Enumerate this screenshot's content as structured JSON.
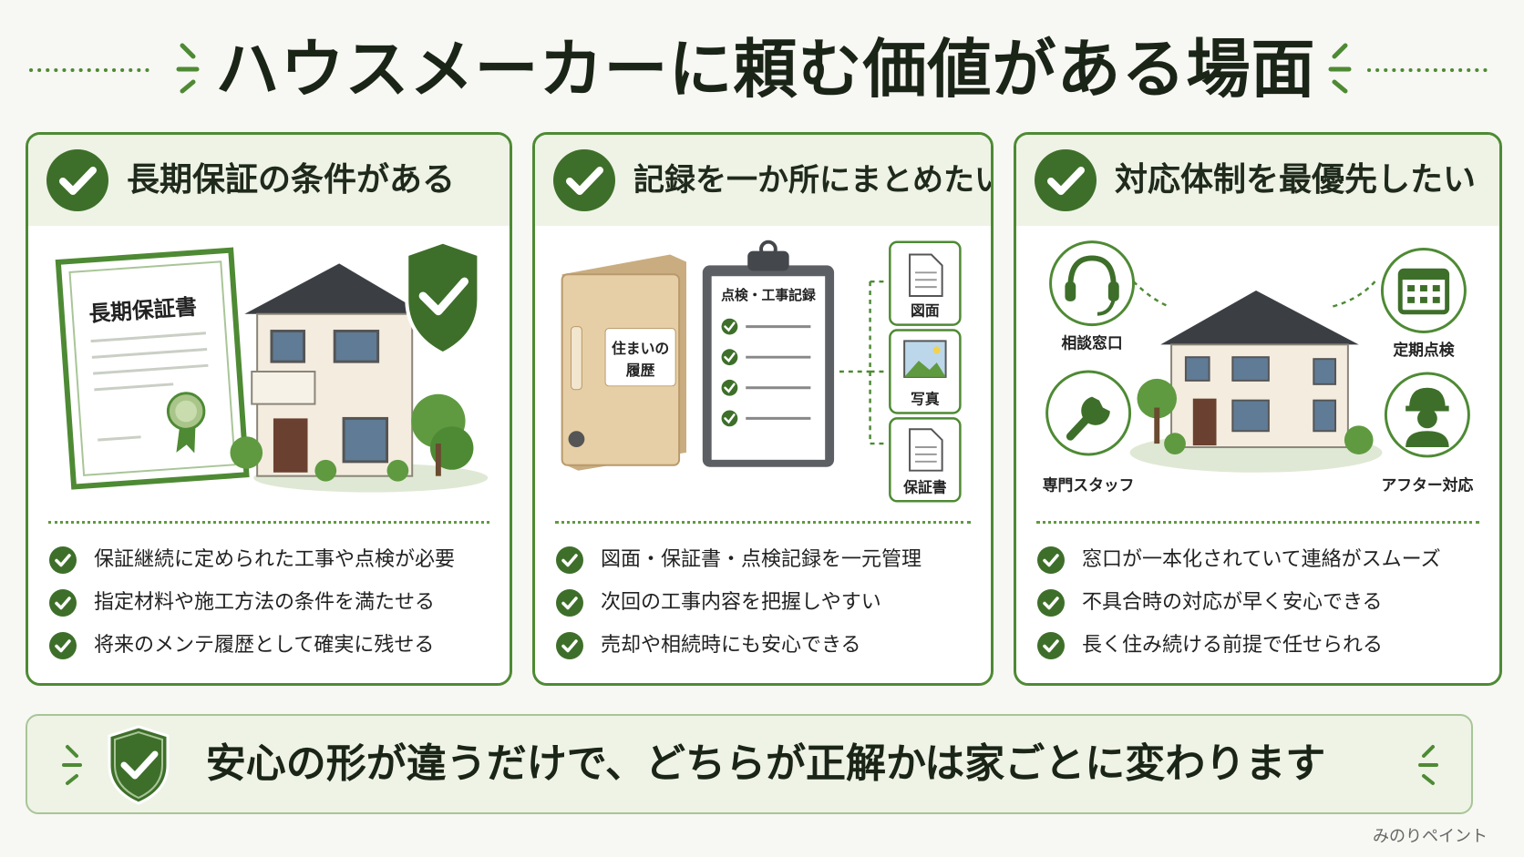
{
  "title": "ハウスメーカーに頼む価値がある場面",
  "colors": {
    "accent": "#4e8a34",
    "dark_green": "#3e6f2a",
    "light_bg": "#eef3e6"
  },
  "cards": [
    {
      "title": "長期保証の条件がある",
      "illustration": {
        "certificate_title": "長期保証書",
        "icons": [
          "certificate-icon",
          "house-icon",
          "shield-check-icon"
        ]
      },
      "items": [
        "保証継続に定められた工事や点検が必要",
        "指定材料や施工方法の条件を満たせる",
        "将来のメンテ履歴として確実に残せる"
      ]
    },
    {
      "title": "記録を一か所にまとめたい",
      "illustration": {
        "binder_label_line1": "住まいの",
        "binder_label_line2": "履歴",
        "clipboard_title": "点検・工事記録",
        "doc_labels": [
          "図面",
          "写真",
          "保証書"
        ]
      },
      "items": [
        "図面・保証書・点検記録を一元管理",
        "次回の工事内容を把握しやすい",
        "売却や相続時にも安心できる"
      ]
    },
    {
      "title": "対応体制を最優先したい",
      "illustration": {
        "support_labels": [
          "相談窓口",
          "定期点検",
          "専門スタッフ",
          "アフター対応"
        ]
      },
      "items": [
        "窓口が一本化されていて連絡がスムーズ",
        "不具合時の対応が早く安心できる",
        "長く住み続ける前提で任せられる"
      ]
    }
  ],
  "footer": {
    "message": "安心の形が違うだけで、どちらが正解かは家ごとに変わります"
  },
  "brand": "みのりペイント"
}
